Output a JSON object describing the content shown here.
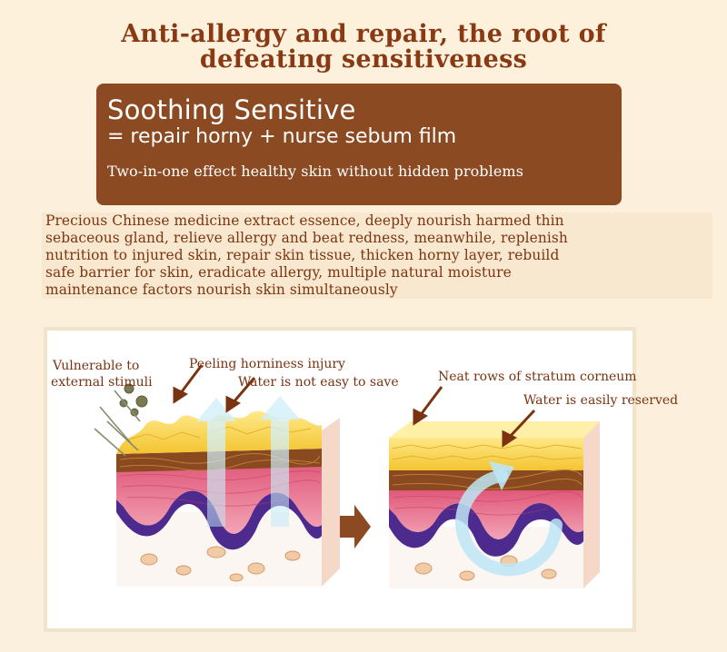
{
  "headline": {
    "line1": "Anti-allergy and repair, the root of",
    "line2": "defeating sensitiveness"
  },
  "banner": {
    "title": "Soothing Sensitive",
    "subtitle": "= repair horny + nurse sebum film",
    "description": "Two-in-one effect healthy skin without hidden problems"
  },
  "paragraph": {
    "lines": [
      "Precious Chinese medicine extract essence, deeply nourish harmed thin",
      "sebaceous gland, relieve allergy and beat redness, meanwhile, replenish",
      "nutrition to injured skin, repair skin tissue, thicken horny layer, rebuild",
      " safe barrier for skin, eradicate allergy, multiple natural moisture",
      "maintenance factors nourish skin simultaneously"
    ]
  },
  "diagram": {
    "left_labels": {
      "vulnerable_line1": "Vulnerable to",
      "vulnerable_line2": "external stimuli",
      "peeling": "Peeling horniness injury",
      "water_not_easy": "Water is not easy to save"
    },
    "right_labels": {
      "neat_rows": "Neat rows of stratum corneum",
      "water_reserved": "Water is easily reserved"
    }
  },
  "colors": {
    "headline": "#8a3a12",
    "banner_bg": "#8b4a22",
    "paragraph_text": "#7d3410",
    "page_bg": "#fdf1dc"
  }
}
